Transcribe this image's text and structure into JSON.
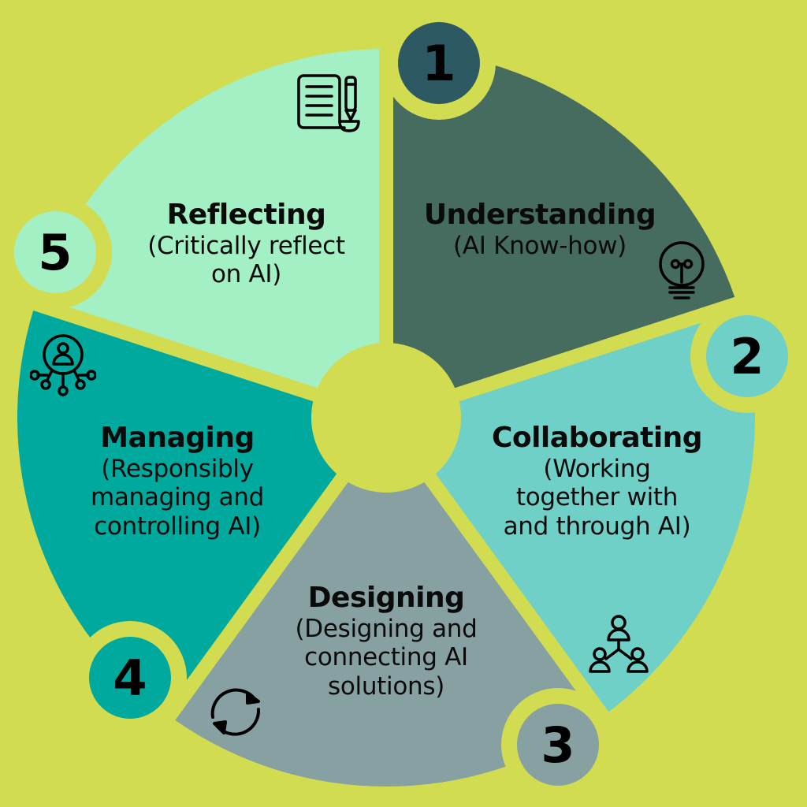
{
  "background_color": "#d2dc50",
  "center_hub_color": "#d2dc50",
  "segments": [
    {
      "number": "1",
      "title": "Understanding",
      "subtitle_lines": [
        "(AI Know-how)"
      ],
      "color": "#466b5f",
      "badge_color": "#2d5a62",
      "icon": "lightbulb-icon"
    },
    {
      "number": "2",
      "title": "Collaborating",
      "subtitle_lines": [
        "(Working",
        "together with",
        "and through AI)"
      ],
      "color": "#6fd0c8",
      "badge_color": "#6fd0c8",
      "icon": "team-hierarchy-icon"
    },
    {
      "number": "3",
      "title": "Designing",
      "subtitle_lines": [
        "(Designing and",
        "connecting AI",
        "solutions)"
      ],
      "color": "#87a0a2",
      "badge_color": "#87a0a2",
      "icon": "refresh-cycle-icon"
    },
    {
      "number": "4",
      "title": "Managing",
      "subtitle_lines": [
        "(Responsibly",
        "managing and",
        "controlling AI)"
      ],
      "color": "#00a99d",
      "badge_color": "#00a99d",
      "icon": "user-network-icon"
    },
    {
      "number": "5",
      "title": "Reflecting",
      "subtitle_lines": [
        "(Critically reflect",
        "on AI)"
      ],
      "color": "#a2f0c4",
      "badge_color": "#a2f0c4",
      "icon": "document-pencil-icon"
    }
  ]
}
